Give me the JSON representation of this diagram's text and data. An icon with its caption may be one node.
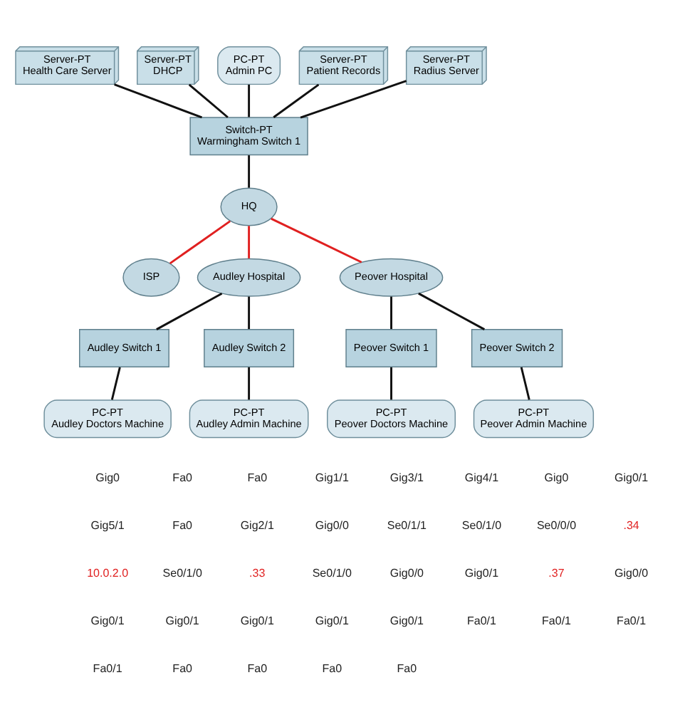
{
  "diagram": {
    "nodes": [
      {
        "text": [
          "Server-PT",
          "Health Care Server"
        ]
      },
      {
        "text": [
          "Server-PT",
          "DHCP"
        ]
      },
      {
        "text": [
          "PC-PT",
          "Admin PC"
        ]
      },
      {
        "text": [
          "Server-PT",
          "Patient Records"
        ]
      },
      {
        "text": [
          "Switch-PT",
          "Warmingham Switch 1"
        ]
      },
      {
        "text": [
          "Server-PT",
          "Radius Server"
        ]
      },
      {
        "text": [
          "HQ"
        ]
      },
      {
        "text": [
          "ISP"
        ]
      },
      {
        "text": [
          "Audley Hospital"
        ]
      },
      {
        "text": [
          "Peover Hospital"
        ]
      },
      {
        "text": [
          "Audley Switch 1"
        ]
      },
      {
        "text": [
          "Audley Switch 2"
        ]
      },
      {
        "text": [
          "Peover Switch 1"
        ]
      },
      {
        "text": [
          "Peover Switch 2"
        ]
      },
      {
        "text": [
          "PC-PT",
          "Audley Doctors Machine"
        ]
      },
      {
        "text": [
          "PC-PT",
          "Audley Admin Machine"
        ]
      },
      {
        "text": [
          "PC-PT",
          "Peover Doctors Machine"
        ]
      },
      {
        "text": [
          "PC-PT",
          "Peover Admin Machine"
        ]
      }
    ],
    "edges": [
      {
        "from": 0,
        "to": 4,
        "arrow": "none"
      },
      {
        "from": 1,
        "to": 4,
        "arrow": "none"
      },
      {
        "from": 2,
        "to": 4,
        "arrow": "none"
      },
      {
        "from": 3,
        "to": 4,
        "arrow": "none"
      },
      {
        "from": 5,
        "to": 4,
        "arrow": "none"
      },
      {
        "from": 4,
        "to": 6,
        "arrow": "none"
      },
      {
        "from": 6,
        "to": 7,
        "arrow": "none",
        "color": "#e02020"
      },
      {
        "from": 6,
        "to": 8,
        "arrow": "none",
        "color": "#e02020"
      },
      {
        "from": 6,
        "to": 9,
        "arrow": "none",
        "color": "#e02020"
      },
      {
        "from": 8,
        "to": 10,
        "arrow": "none"
      },
      {
        "from": 8,
        "to": 11,
        "arrow": "none"
      },
      {
        "from": 9,
        "to": 12,
        "arrow": "none"
      },
      {
        "from": 9,
        "to": 13,
        "arrow": "none"
      },
      {
        "from": 10,
        "to": 14,
        "arrow": "none"
      },
      {
        "from": 11,
        "to": 15,
        "arrow": "none"
      },
      {
        "from": 12,
        "to": 16,
        "arrow": "none"
      },
      {
        "from": 13,
        "to": 17,
        "arrow": "none"
      }
    ],
    "labels": [
      "Gig0",
      "Fa0",
      "Fa0",
      "Gig1/1",
      "Gig3/1",
      "Gig4/1",
      "Gig0",
      "Gig0/1",
      "Gig5/1",
      "Fa0",
      "Gig2/1",
      "Gig0/0",
      "Se0/1/1",
      "Se0/1/0",
      "Se0/0/0",
      ".34",
      "10.0.2.0",
      "Se0/1/0",
      ".33",
      "Se0/1/0",
      "Gig0/0",
      "Gig0/1",
      ".37",
      "Gig0/0",
      "Gig0/1",
      "Gig0/1",
      "Gig0/1",
      "Gig0/1",
      "Gig0/1",
      "Fa0/1",
      "Fa0/1",
      "Fa0/1",
      "Fa0/1",
      "Fa0",
      "Fa0",
      "Fa0",
      "Fa0"
    ]
  }
}
